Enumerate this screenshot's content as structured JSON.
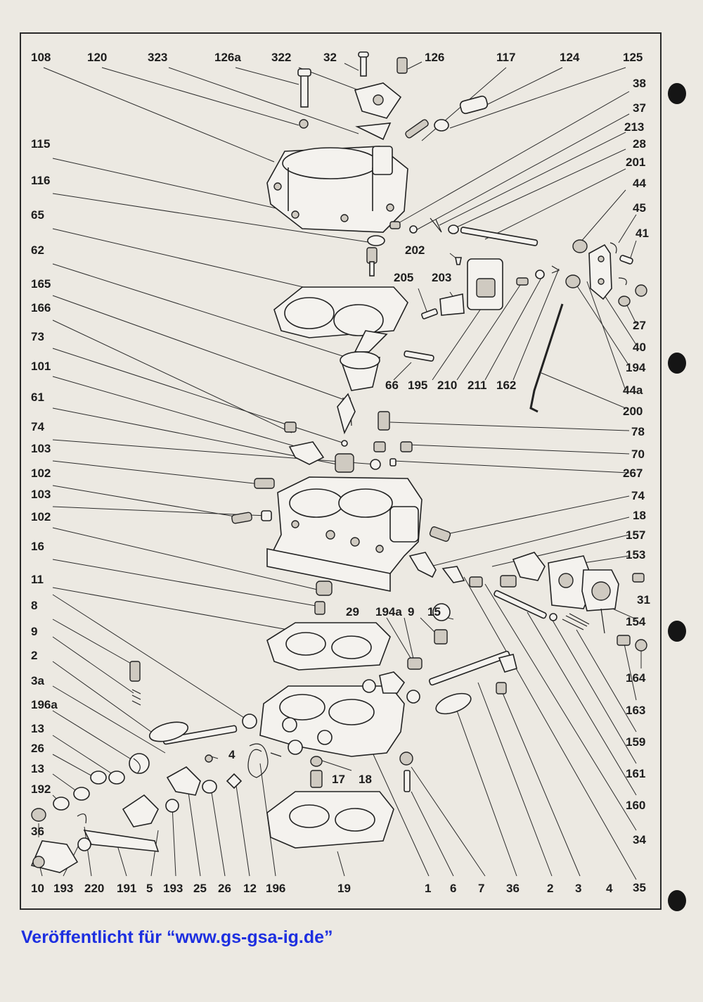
{
  "diagram": {
    "labels": [
      "108",
      "120",
      "323",
      "126a",
      "322",
      "32",
      "126",
      "117",
      "124",
      "125",
      "38",
      "37",
      "213",
      "28",
      "201",
      "44",
      "45",
      "41",
      "115",
      "116",
      "65",
      "62",
      "165",
      "166",
      "73",
      "101",
      "61",
      "74",
      "103",
      "102",
      "103",
      "102",
      "202",
      "205",
      "203",
      "27",
      "40",
      "194",
      "44a",
      "200",
      "66",
      "195",
      "210",
      "211",
      "162",
      "78",
      "70",
      "267",
      "74",
      "18",
      "157",
      "153",
      "31",
      "154",
      "164",
      "163",
      "159",
      "161",
      "160",
      "34",
      "35",
      "16",
      "11",
      "8",
      "9",
      "2",
      "3a",
      "196a",
      "13",
      "26",
      "13",
      "192",
      "36",
      "10",
      "29",
      "194a",
      "9",
      "15",
      "4",
      "17",
      "18",
      "193",
      "220",
      "191",
      "5",
      "193",
      "25",
      "26",
      "12",
      "196",
      "19",
      "1",
      "6",
      "7",
      "36",
      "2",
      "3",
      "4",
      "35"
    ]
  },
  "footer": {
    "text": "Veröffentlicht für “www.gs-gsa-ig.de”",
    "color": "#1d2fe0"
  }
}
